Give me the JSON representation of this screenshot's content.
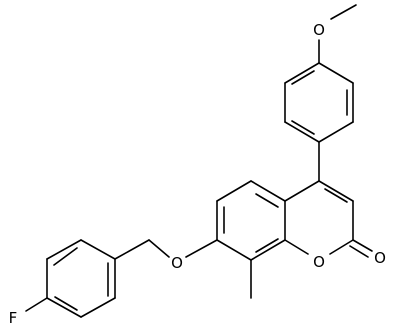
{
  "molecule": {
    "atoms": {
      "fluorine": "F",
      "ether_oxygen": "O",
      "ring_oxygen": "O",
      "carbonyl_oxygen": "O",
      "methoxy_oxygen": "O"
    }
  },
  "colors": {
    "background": "#ffffff",
    "bond": "#000000",
    "label": "#000000"
  }
}
